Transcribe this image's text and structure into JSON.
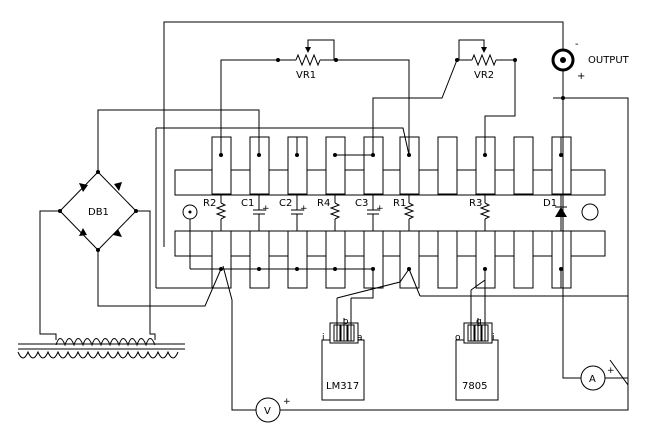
{
  "labels": {
    "output": "OUTPUT",
    "plus": "+",
    "minus": "-",
    "vr1": "VR1",
    "vr2": "VR2",
    "db1": "DB1",
    "r2": "R2",
    "c1": "C1",
    "c2": "C2",
    "r4": "R4",
    "c3": "C3",
    "r1": "R1",
    "r3": "R3",
    "d1": "D1",
    "lm317": "LM317",
    "r7805": "7805",
    "lm_i": "i",
    "lm_o": "o",
    "lm_a": "a",
    "r_o": "o",
    "r_g": "g",
    "r_i": "i",
    "ammeter": "A",
    "voltmeter": "V"
  }
}
